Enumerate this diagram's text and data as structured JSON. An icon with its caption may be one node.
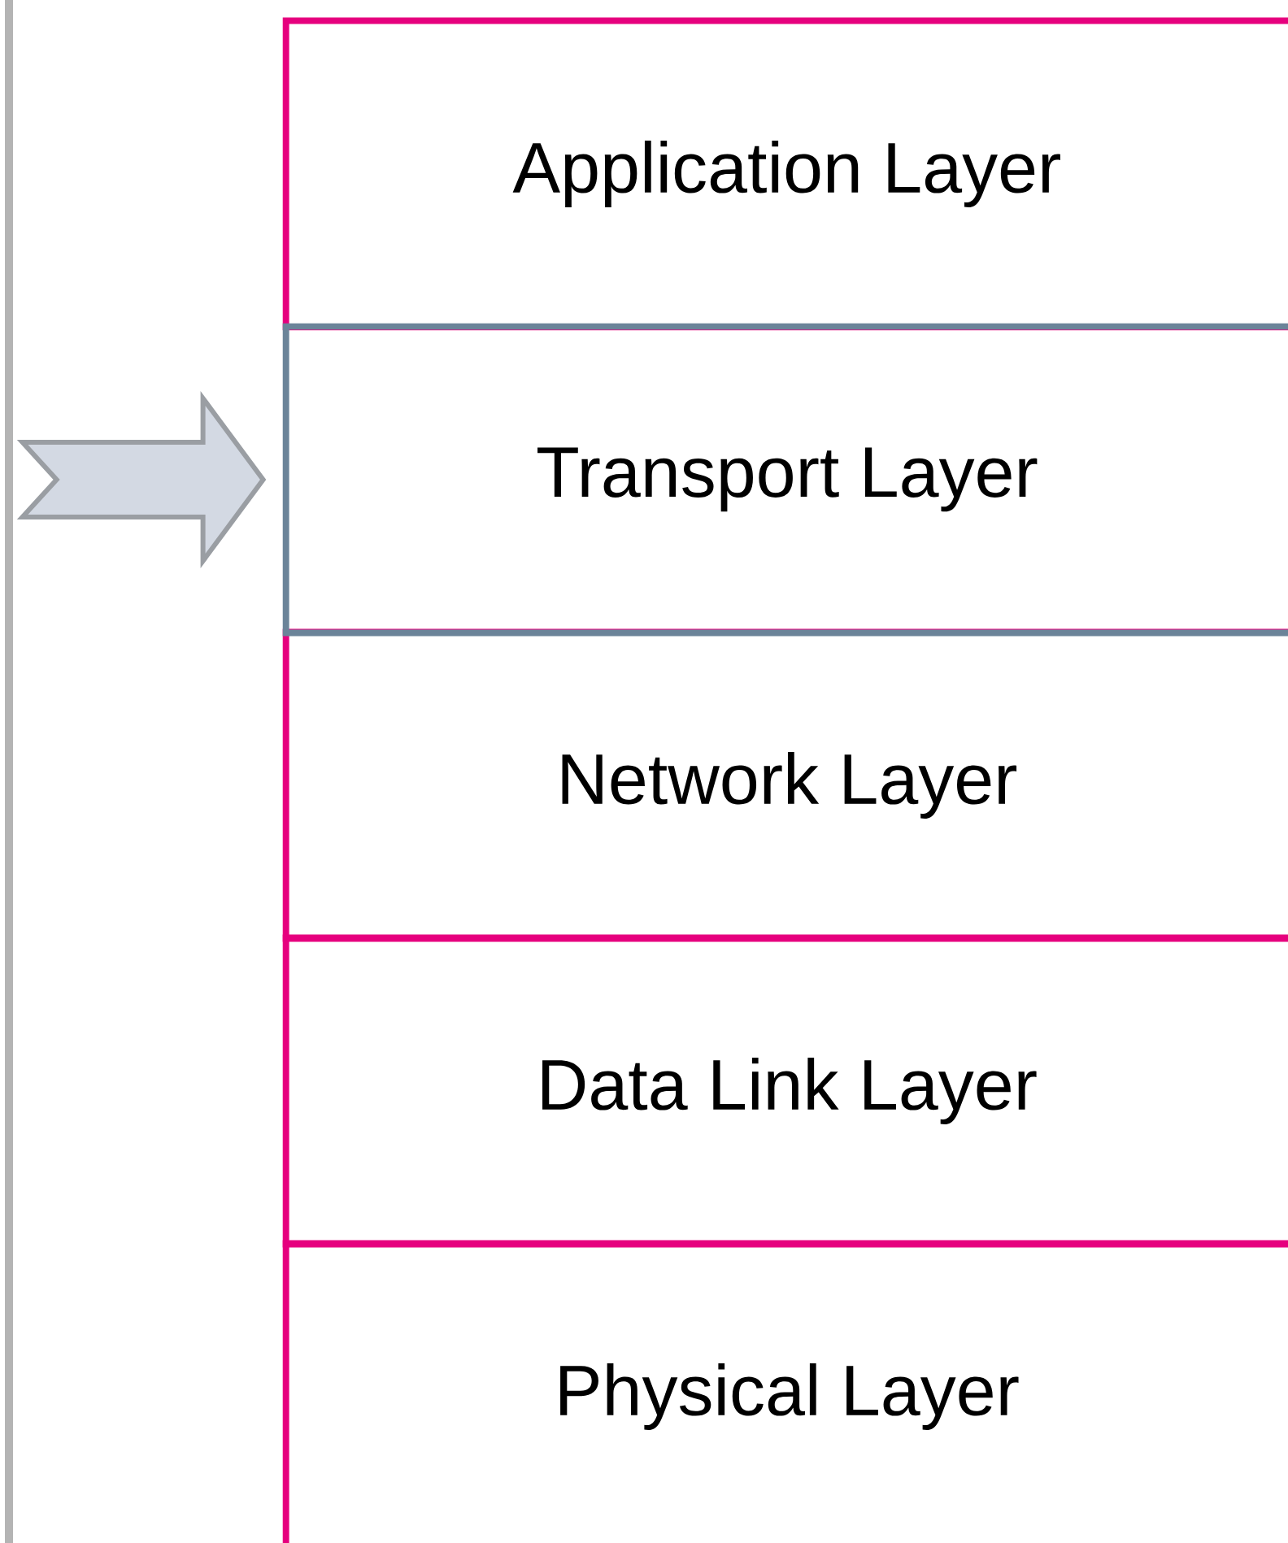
{
  "diagram": {
    "nodes": [
      {
        "text": [
          "Application Layer"
        ]
      },
      {
        "text": [
          "Transport Layer"
        ]
      },
      {
        "text": [
          "Network Layer"
        ]
      },
      {
        "text": [
          "Data Link Layer"
        ]
      },
      {
        "text": [
          "Physical Layer"
        ]
      }
    ],
    "edges": [
      {
        "from": null,
        "to": 1,
        "arrow": "to"
      }
    ]
  }
}
